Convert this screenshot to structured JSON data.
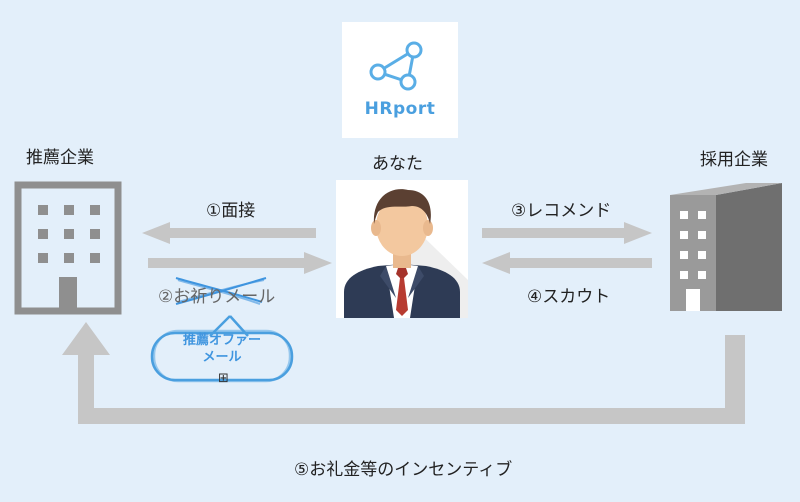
{
  "logo": {
    "text": "HRport",
    "icon": "network-icon"
  },
  "nodes": {
    "referral_company": "推薦企業",
    "you": "あなた",
    "hiring_company": "採用企業"
  },
  "flows": {
    "interview": "①面接",
    "mail": "②お祈りメール",
    "recommend": "③レコメンド",
    "scout": "④スカウト",
    "incentive": "⑤お礼金等のインセンティブ"
  },
  "annotation": {
    "line1": "推薦オファー",
    "line2": "メール"
  },
  "colors": {
    "background": "#e3effa",
    "arrow": "#c6c6c6",
    "accent": "#4a9fdf",
    "building": "#8f8f8f"
  }
}
